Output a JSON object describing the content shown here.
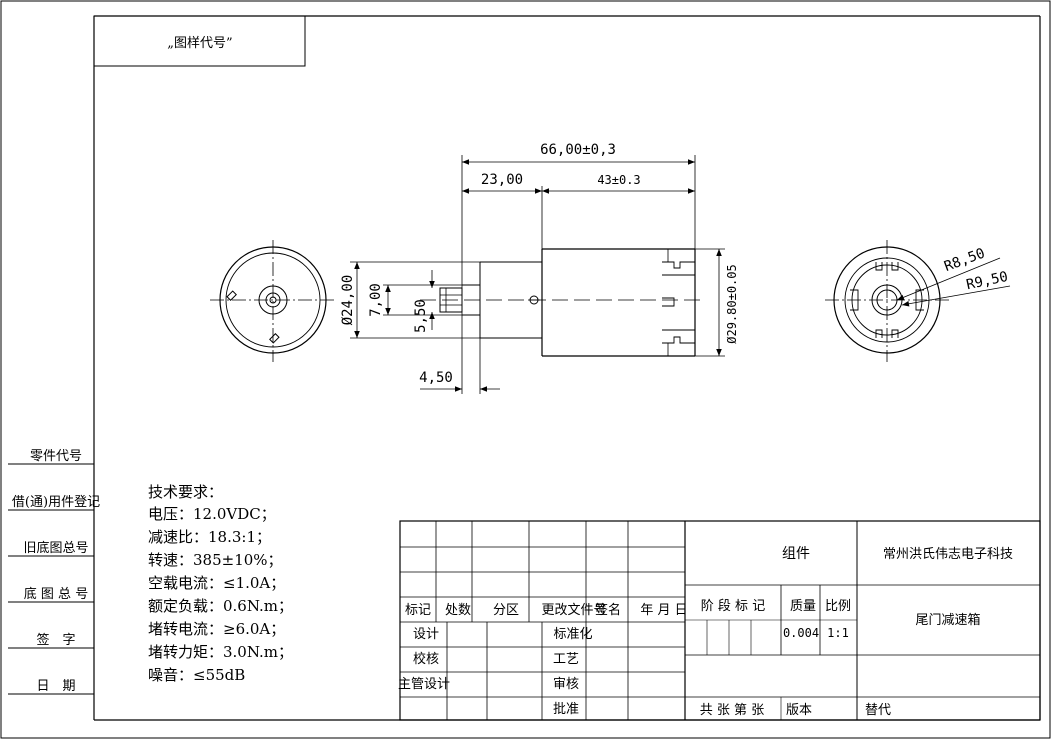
{
  "drawing": {
    "corner_label": "„图样代号”",
    "side_labels": [
      "零件代号",
      "借(通)用件登记",
      "旧底图总号",
      "底 图 总 号",
      "签　字",
      "日　期"
    ],
    "dimensions": {
      "overall_length": "66,00±0,3",
      "shaft_section": "23,00",
      "body_length": "43±0.3",
      "flange_dia": "Ø24,00",
      "hub_dia": "7,00",
      "shaft_dia": "5,50",
      "motor_dia": "Ø29.80±0.05",
      "shaft_end": "4,50",
      "radius_inner": "R8,50",
      "radius_outer": "R9,50"
    },
    "tech_requirements": {
      "title": "技术要求：",
      "lines": [
        "电压：12.0VDC；",
        "减速比：18.3:1；",
        "转速：385±10%；",
        "空载电流：≤1.0A；",
        "额定负载：0.6N.m；",
        "堵转电流：≥6.0A；",
        "堵转力矩：3.0N.m；",
        "噪音：≤55dB"
      ]
    },
    "title_block": {
      "rev_headers": [
        "标记",
        "处数",
        "分区",
        "更改文件号",
        "签名",
        "年 月 日"
      ],
      "design": "设计",
      "standardize": "标准化",
      "check": "校核",
      "process": "工艺",
      "chief_design": "主管设计",
      "review": "审核",
      "approve": "批准",
      "assembly": "组件",
      "company": "常州洪氏伟志电子科技",
      "stage_mark": "阶 段 标 记",
      "mass": "质量",
      "scale": "比例",
      "mass_value": "0.004",
      "scale_value": "1:1",
      "part_name": "尾门减速箱",
      "sheets": "共  张   第  张",
      "version": "版本",
      "replace": "替代"
    }
  }
}
